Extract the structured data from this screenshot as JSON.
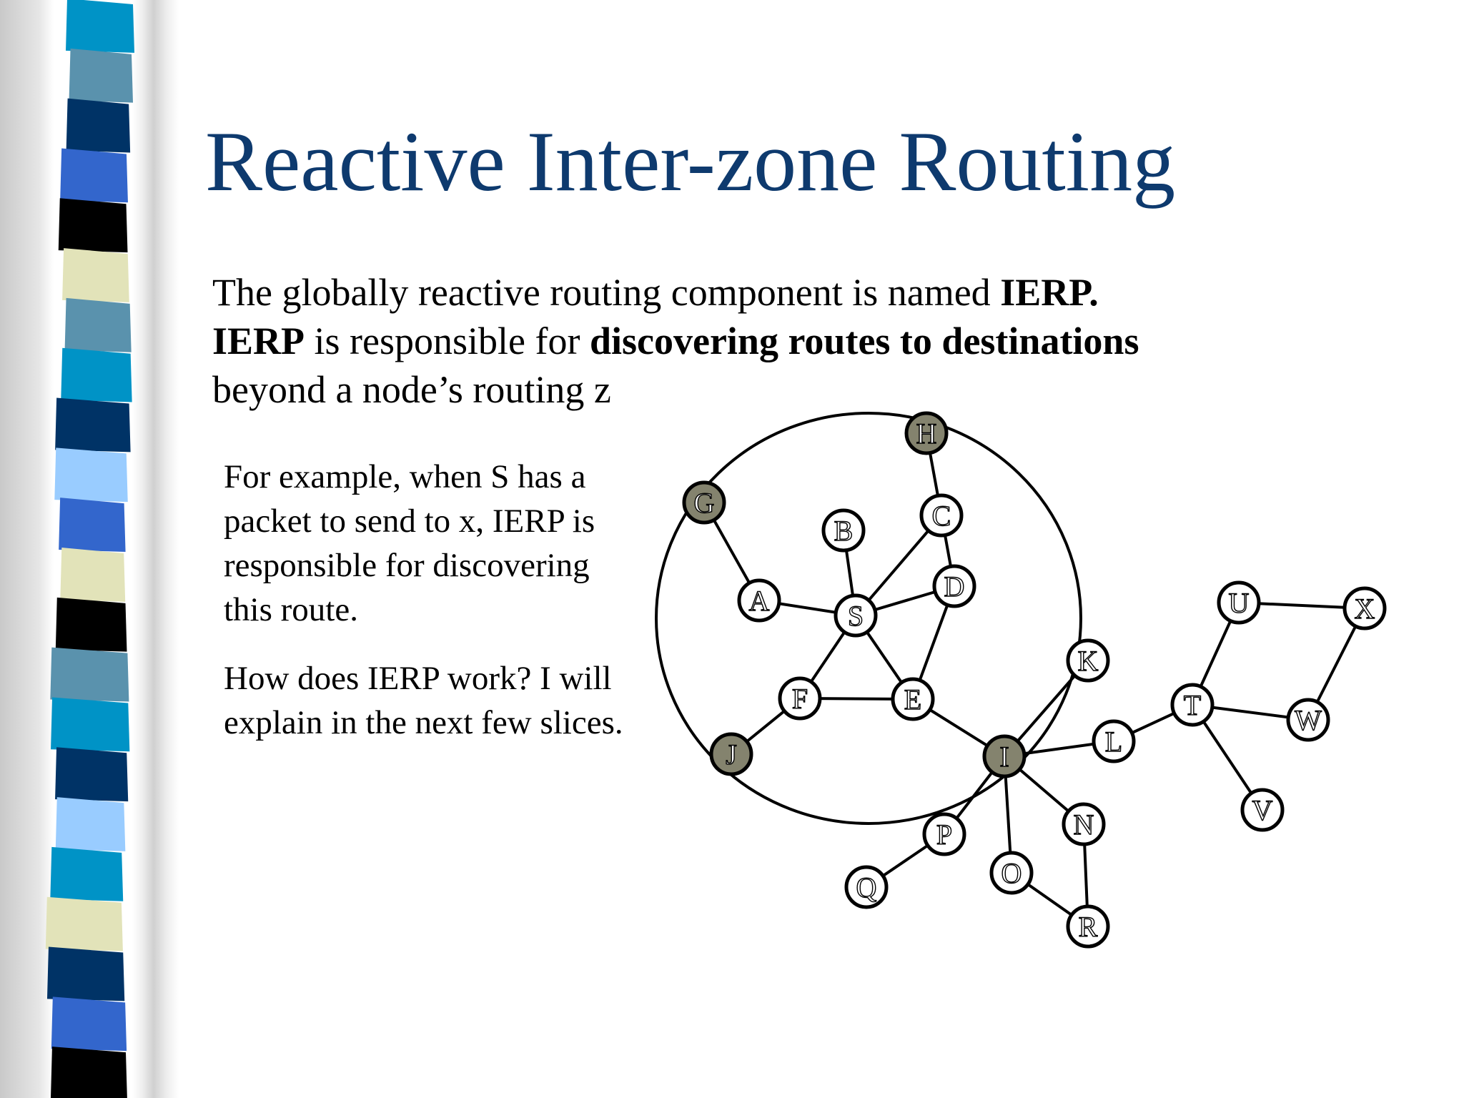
{
  "slide": {
    "title": "Reactive Inter-zone Routing",
    "intro": {
      "s1": "The globally reactive routing component is named ",
      "s1_bold": "IERP.",
      "s2_bold": "IERP",
      "s2": " is responsible for ",
      "s2_bold2": "discovering routes to destinations",
      "s3": "beyond a node’s routing z"
    },
    "example_text": "For example, when S has a packet to send to x, IERP is responsible for discovering this route.",
    "how_text": "How does IERP work?  I will explain in the next few slices."
  },
  "colors": {
    "title": "#0e3a6e",
    "border_node": "#84836e",
    "node_fill": "#ffffff",
    "band_palette": [
      "#0093c6",
      "#5a92ad",
      "#003366",
      "#3366cc",
      "#000000",
      "#e2e3b9",
      "#99ccff"
    ]
  },
  "network": {
    "zone_of": "S",
    "nodes": [
      {
        "id": "H",
        "border": true
      },
      {
        "id": "G",
        "border": true
      },
      {
        "id": "B",
        "border": false
      },
      {
        "id": "C",
        "border": false
      },
      {
        "id": "A",
        "border": false
      },
      {
        "id": "S",
        "border": false
      },
      {
        "id": "D",
        "border": false
      },
      {
        "id": "F",
        "border": false
      },
      {
        "id": "E",
        "border": false
      },
      {
        "id": "J",
        "border": true
      },
      {
        "id": "I",
        "border": true
      },
      {
        "id": "K",
        "border": false
      },
      {
        "id": "L",
        "border": false
      },
      {
        "id": "T",
        "border": false
      },
      {
        "id": "U",
        "border": false
      },
      {
        "id": "X",
        "border": false
      },
      {
        "id": "W",
        "border": false
      },
      {
        "id": "V",
        "border": false
      },
      {
        "id": "N",
        "border": false
      },
      {
        "id": "P",
        "border": false
      },
      {
        "id": "Q",
        "border": false
      },
      {
        "id": "O",
        "border": false
      },
      {
        "id": "R",
        "border": false
      }
    ],
    "edges": [
      [
        "H",
        "C"
      ],
      [
        "G",
        "A"
      ],
      [
        "B",
        "S"
      ],
      [
        "C",
        "S"
      ],
      [
        "C",
        "D"
      ],
      [
        "A",
        "S"
      ],
      [
        "S",
        "D"
      ],
      [
        "S",
        "F"
      ],
      [
        "S",
        "E"
      ],
      [
        "D",
        "E"
      ],
      [
        "F",
        "E"
      ],
      [
        "F",
        "J"
      ],
      [
        "E",
        "I"
      ],
      [
        "I",
        "K"
      ],
      [
        "I",
        "L"
      ],
      [
        "I",
        "N"
      ],
      [
        "I",
        "O"
      ],
      [
        "I",
        "P"
      ],
      [
        "L",
        "T"
      ],
      [
        "T",
        "U"
      ],
      [
        "T",
        "W"
      ],
      [
        "T",
        "V"
      ],
      [
        "U",
        "X"
      ],
      [
        "X",
        "W"
      ],
      [
        "N",
        "R"
      ],
      [
        "O",
        "R"
      ],
      [
        "P",
        "Q"
      ]
    ]
  }
}
